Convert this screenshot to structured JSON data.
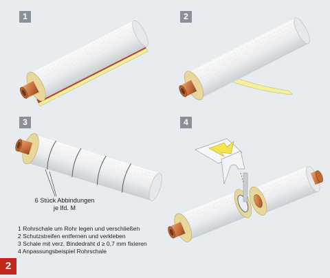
{
  "steps": [
    {
      "number": "1"
    },
    {
      "number": "2"
    },
    {
      "number": "3"
    },
    {
      "number": "4"
    }
  ],
  "annotation": {
    "line1": "6 Stück Abbindungen",
    "line2": "je lfd. M"
  },
  "legend": [
    "1 Rohrschale um Rohr legen und verschließen",
    "2 Schutzstreifen entfernen und verkleben",
    "3 Schale mit verz. Bindedraht d ≥ 0,7 mm fixieren",
    "4 Anpassungsbeispiel Rohrschale"
  ],
  "figure_number": "2",
  "colors": {
    "background": "#e9ecee",
    "badge": "#8a9097",
    "figure_badge": "#c2271d",
    "insulation": "#f1f2f3",
    "copper": "#c8743f",
    "wool": "#e8d79a",
    "tape": "#f3ef9c"
  },
  "icons": [
    "copper-pipe",
    "insulation-shell",
    "binding-wire",
    "adhesive-strip",
    "cut-template"
  ]
}
